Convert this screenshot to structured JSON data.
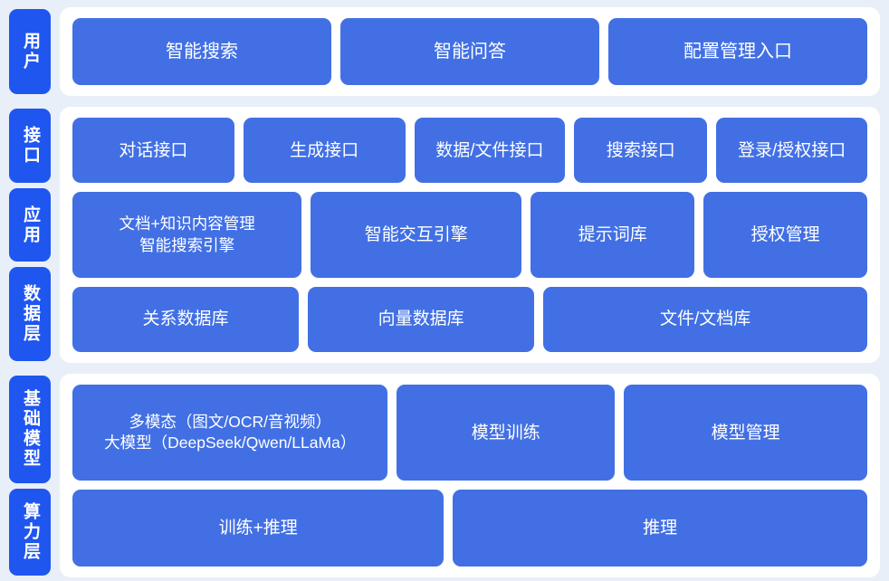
{
  "palette": {
    "page_background": "#e9eff9",
    "panel_background": "#ffffff",
    "rail_tab_blue": "#1f56f0",
    "chip_blue": "#4270e4",
    "text_on_blue": "#ffffff"
  },
  "sections": [
    {
      "key": "users",
      "rail": [
        {
          "label": "用户"
        }
      ],
      "rows": [
        {
          "chips": [
            {
              "label": "智能搜索",
              "flex": 1
            },
            {
              "label": "智能问答",
              "flex": 1
            },
            {
              "label": "配置管理入口",
              "flex": 1
            }
          ]
        }
      ]
    },
    {
      "key": "middle",
      "rail": [
        {
          "label": "接口"
        },
        {
          "label": "应用"
        },
        {
          "label": "数据层"
        }
      ],
      "rows": [
        {
          "key": "interface-row",
          "chips": [
            {
              "label": "对话接口",
              "flex": 1.08
            },
            {
              "label": "生成接口",
              "flex": 1.08
            },
            {
              "label": "数据/文件接口",
              "flex": 1.0
            },
            {
              "label": "搜索接口",
              "flex": 0.87
            },
            {
              "label": "登录/授权接口",
              "flex": 1.0
            }
          ]
        },
        {
          "key": "application-row",
          "chips": [
            {
              "label": "文档+知识内容管理\n智能搜索引擎",
              "flex": 1.18,
              "multiline": true
            },
            {
              "label": "智能交互引擎",
              "flex": 1.08
            },
            {
              "label": "提示词库",
              "flex": 0.82
            },
            {
              "label": "授权管理",
              "flex": 0.82
            }
          ]
        },
        {
          "key": "data-row",
          "chips": [
            {
              "label": "关系数据库",
              "flex": 1.0
            },
            {
              "label": "向量数据库",
              "flex": 1.0
            },
            {
              "label": "文件/文档库",
              "flex": 1.46
            }
          ]
        }
      ]
    },
    {
      "key": "infrastructure",
      "rail": [
        {
          "label": "基础模型"
        },
        {
          "label": "算力层"
        }
      ],
      "rows": [
        {
          "key": "model-row",
          "chips": [
            {
              "label": "多模态（图文/OCR/音视频）\n大模型（DeepSeek/Qwen/LLaMa）",
              "flex": 1.42,
              "multiline": true
            },
            {
              "label": "模型训练",
              "flex": 0.96
            },
            {
              "label": "模型管理",
              "flex": 1.08
            }
          ]
        },
        {
          "key": "compute-row",
          "chips": [
            {
              "label": "训练+推理",
              "flex": 1.0
            },
            {
              "label": "推理",
              "flex": 1.12
            }
          ]
        }
      ]
    }
  ]
}
